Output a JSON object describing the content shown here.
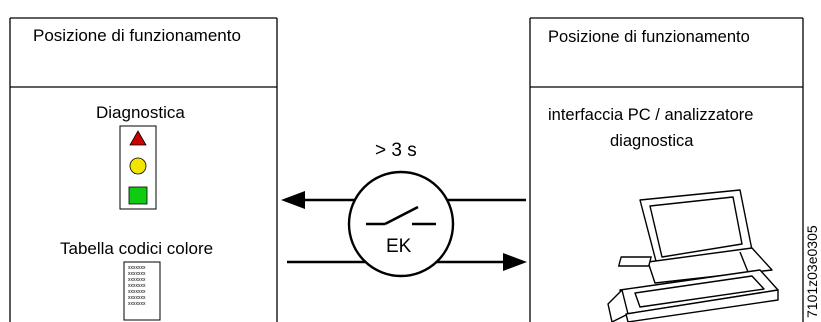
{
  "left_panel": {
    "title": "Posizione di funzionamento",
    "diagnostics_label": "Diagnostica",
    "color_table_label": "Tabella codici colore",
    "color_table_rows": [
      "xxxxxxx",
      "xxxxxxx",
      "xxxxxxx",
      "xxxxxxx",
      "xxxxxxx",
      "xxxxxxx",
      "xxxxxxx"
    ]
  },
  "right_panel": {
    "title": "Posizione di funzionamento",
    "interface_label_line1": "interfaccia PC / analizzatore",
    "interface_label_line2": "diagnostica"
  },
  "center": {
    "time_label": "> 3 s",
    "switch_label": "EK"
  },
  "figure_id": "7101z03e0305",
  "colors": {
    "triangle_red": "#cc0000",
    "circle_yellow": "#f2e600",
    "square_green": "#10cc10"
  }
}
